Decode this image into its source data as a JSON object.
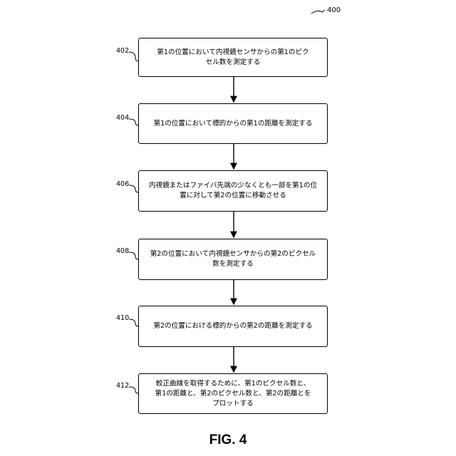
{
  "figure": {
    "ref": "400",
    "title": "FIG. 4"
  },
  "steps": [
    {
      "ref": "402",
      "text": "第1の位置において内視鏡センサからの第1のピク\nセル数を測定する"
    },
    {
      "ref": "404",
      "text": "第1の位置において標的からの第1の距離を測定する"
    },
    {
      "ref": "406",
      "text": "内視鏡またはファイバ先端の少なくとも一部を第1の位\n置に対して第2の位置に移動させる"
    },
    {
      "ref": "408",
      "text": "第2の位置において内視鏡センサからの第2のピクセル\n数を測定する"
    },
    {
      "ref": "410",
      "text": "第2の位置における標的からの第2の距離を測定する"
    },
    {
      "ref": "412",
      "text": "較正曲線を取得するために、第1のピクセル数と、\n第1の距離と、第2のピクセル数と、第2の距離とを\nプロットする"
    }
  ]
}
